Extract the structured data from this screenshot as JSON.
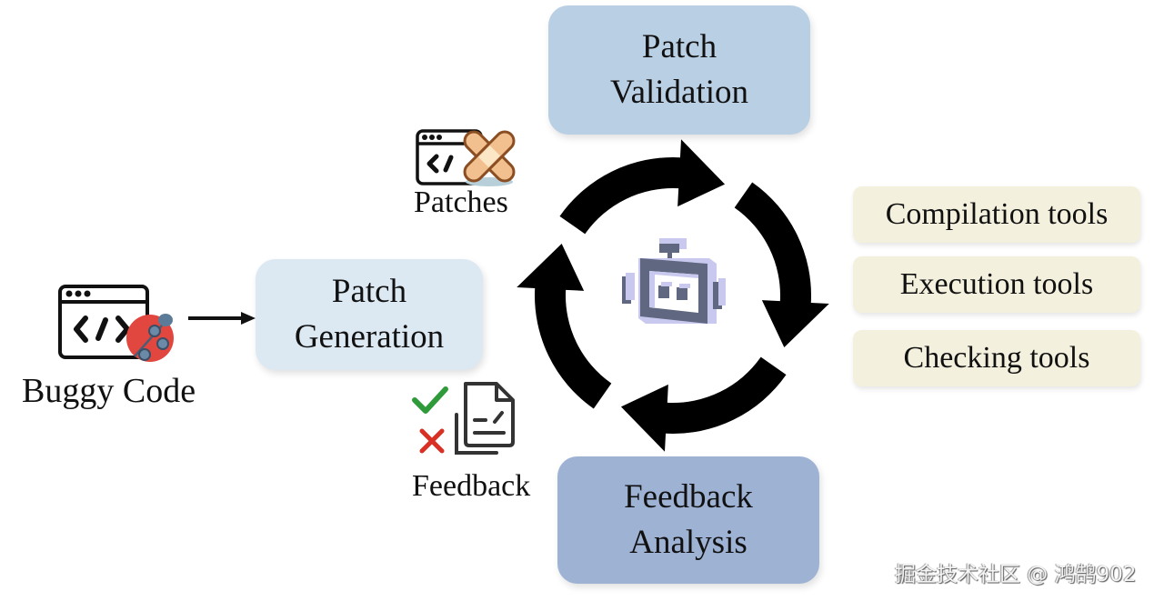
{
  "diagram": {
    "input": {
      "label": "Buggy Code",
      "icon": "code-window-bug-icon"
    },
    "stages": [
      {
        "id": "patch-generation",
        "lines": [
          "Patch",
          "Generation"
        ],
        "color": "#dce9f3"
      },
      {
        "id": "patch-validation",
        "lines": [
          "Patch",
          "Validation"
        ],
        "color": "#b9cfe4"
      },
      {
        "id": "feedback-analysis",
        "lines": [
          "Feedback",
          "Analysis"
        ],
        "color": "#9eb2d4"
      }
    ],
    "artifacts": {
      "patches": {
        "label": "Patches",
        "icon": "code-window-bandage-icon"
      },
      "feedback": {
        "label": "Feedback",
        "icon": "document-check-cross-icon"
      }
    },
    "center_icon": "robot-agent-icon",
    "cycle": {
      "direction": "clockwise",
      "arrow_count": 4
    },
    "tools": [
      {
        "label": "Compilation tools"
      },
      {
        "label": "Execution tools"
      },
      {
        "label": "Checking tools"
      }
    ],
    "tools_color": "#f3f0dd"
  },
  "watermark": "掘金技术社区 @ 鸿鹄902"
}
